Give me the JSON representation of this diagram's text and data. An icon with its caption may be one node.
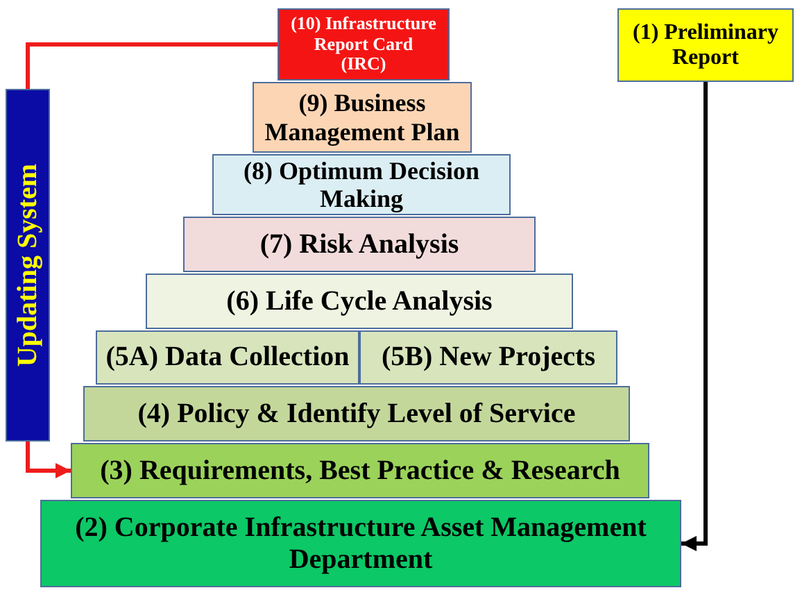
{
  "diagram": {
    "nodes": [
      {
        "text": [
          "(10) Infrastructure Report Card (IRC)"
        ]
      },
      {
        "text": [
          "(1) Preliminary Report"
        ]
      },
      {
        "text": [
          "Updating System"
        ]
      },
      {
        "text": [
          "(9) Business Management Plan"
        ]
      },
      {
        "text": [
          "(8) Optimum Decision Making"
        ]
      },
      {
        "text": [
          "(7) Risk Analysis"
        ]
      },
      {
        "text": [
          "(6) Life Cycle Analysis"
        ]
      },
      {
        "text": [
          "(5A) Data Collection"
        ]
      },
      {
        "text": [
          "(5B) New Projects"
        ]
      },
      {
        "text": [
          "(4) Policy & Identify Level of Service"
        ]
      },
      {
        "text": [
          "(3) Requirements, Best Practice & Research"
        ]
      },
      {
        "text": [
          "(2) Corporate Infrastructure Asset Management Department"
        ]
      }
    ],
    "edges": [
      {
        "from": 0,
        "to": 2,
        "arrow": "none"
      },
      {
        "from": 2,
        "to": 10,
        "arrow": "to"
      },
      {
        "from": 1,
        "to": 11,
        "arrow": "to",
        "color": "#000000"
      }
    ]
  }
}
